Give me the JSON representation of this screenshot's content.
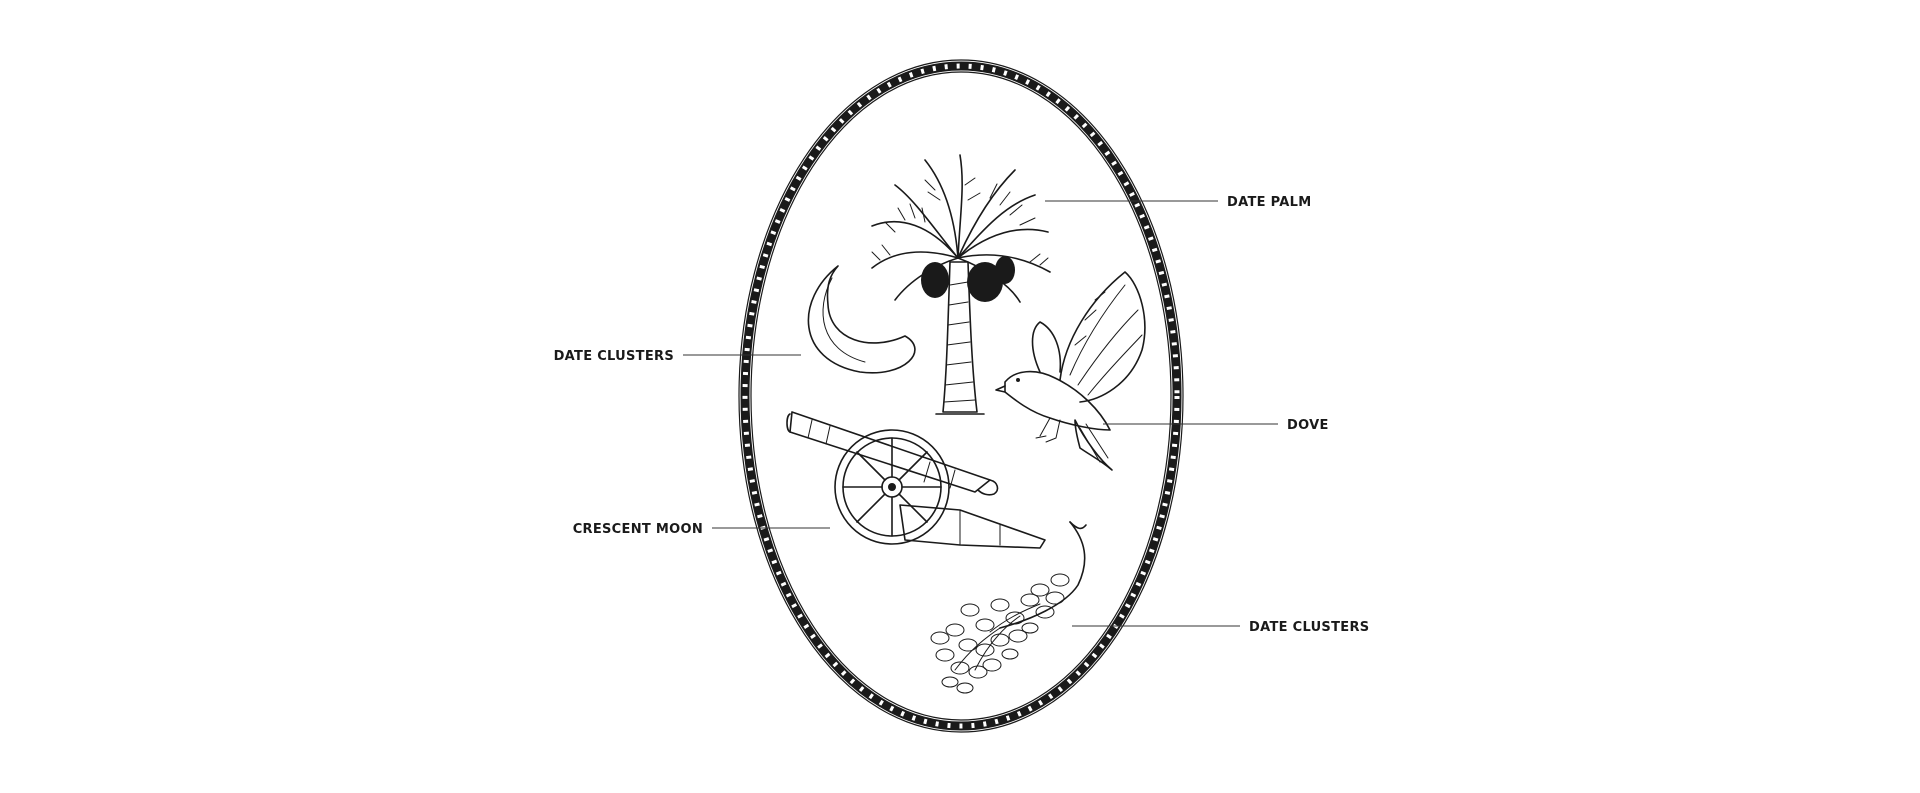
{
  "emblem": {
    "frame": "rope-oval",
    "ink_color": "#1a1a1a",
    "background": "#ffffff"
  },
  "callouts": [
    {
      "id": "date-palm",
      "label": "DATE PALM",
      "icon": "palm-tree-icon"
    },
    {
      "id": "crescent",
      "label": "DATE CLUSTERS",
      "icon": "crescent-moon-icon"
    },
    {
      "id": "dove",
      "label": "DOVE",
      "icon": "dove-icon"
    },
    {
      "id": "cannon",
      "label": "CRESCENT MOON",
      "icon": "cannon-icon"
    },
    {
      "id": "branch",
      "label": "DATE CLUSTERS",
      "icon": "date-branch-icon"
    }
  ]
}
